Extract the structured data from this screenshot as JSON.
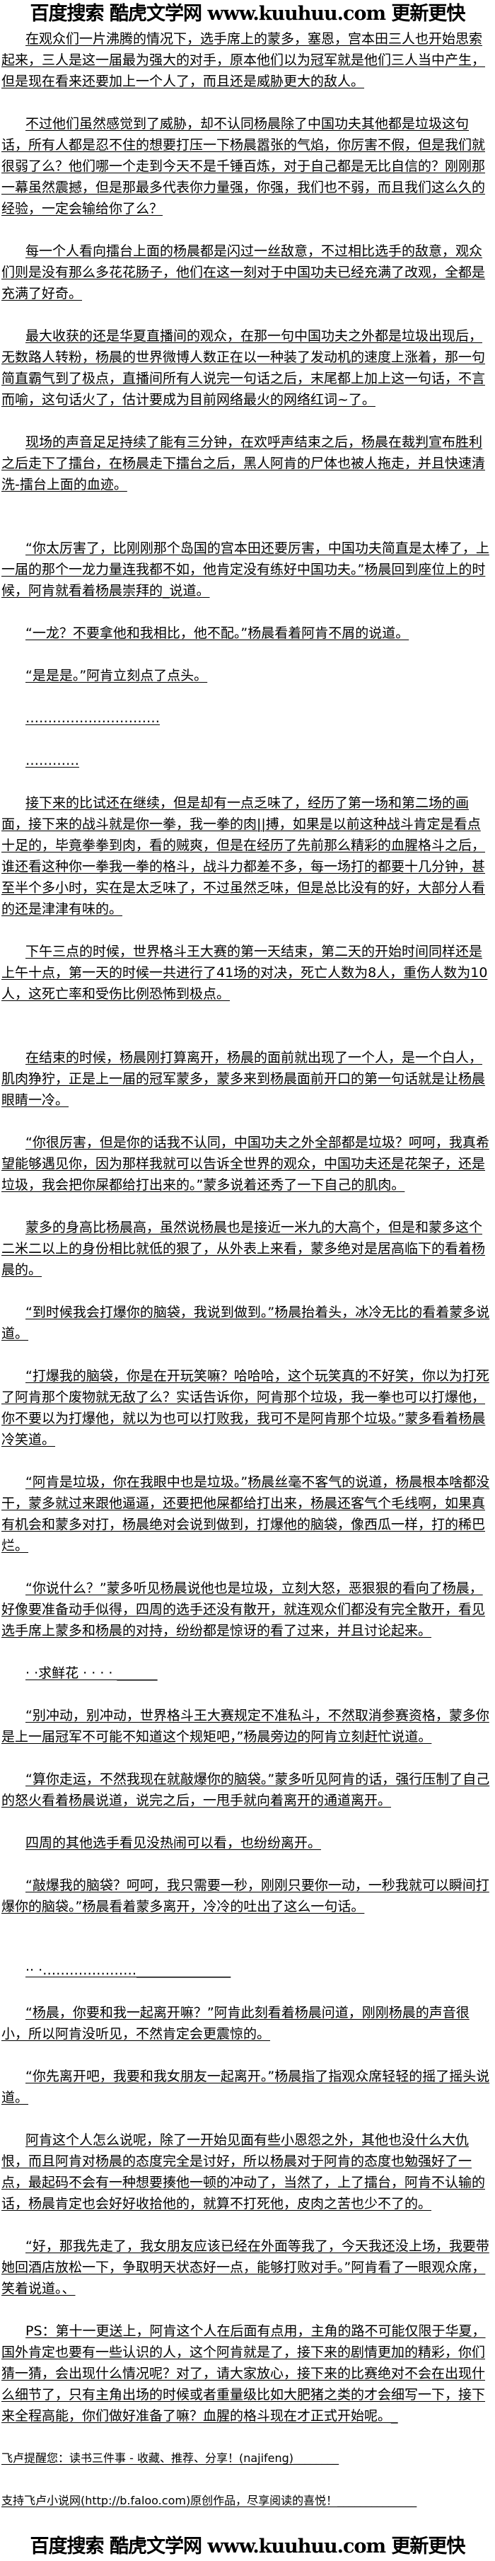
{
  "header": {
    "logo_text": "百度搜索 酷虎文学网 www.kuuhuu.com 更新更快"
  },
  "paragraphs": [
    {
      "text": "在观众们一片沸腾的情况下，选手席上的蒙多，塞恩，宫本田三人也开始思索起来，三人是这一届最为强大的对手，原本他们以为冠军就是他们三人当中产生，但是现在看来还要加上一个人了，而且还是威胁更大的敌人。",
      "indent": true
    },
    {
      "text": "不过他们虽然感觉到了威胁，却不认同杨晨除了中国功夫其他都是垃圾这句话，所有人都是忍不住的想要打压一下杨晨嚣张的气焰，你厉害不假，但是我们就很弱了么？他们哪一个走到今天不是千锤百炼，对于自己都是无比自信的？刚刚那一幕虽然震撼，但是那最多代表你力量强，你强，我们也不弱，而且我们这么久的经验，一定会输给你了么？",
      "indent": true
    },
    {
      "text": "每一个人看向擂台上面的杨晨都是闪过一丝敌意，不过相比选手的敌意，观众们则是没有那么多花花肠子，他们在这一刻对于中国功夫已经充满了改观，全都是充满了好奇。",
      "indent": true
    },
    {
      "text": "最大收获的还是华夏直播间的观众，在那一句中国功夫之外都是垃圾出现后，无数路人转粉，杨晨的世界微博人数正在以一种装了发动机的速度上涨着，那一句简直霸气到了极点，直播间所有人说完一句话之后，末尾都上加上这一句话，不言而喻，这句话火了，估计要成为目前网络最火的网络红词~了。",
      "indent": true
    },
    {
      "text": "现场的声音足足持续了能有三分钟，在欢呼声结束之后，杨晨在裁判宣布胜利之后走下了擂台，在杨晨走下擂台之后，黑人阿肯的尸体也被人拖走，并且快速清洗-擂台上面的血迹。",
      "indent": true,
      "gap2": true
    },
    {
      "text": "“你太厉害了，比刚刚那个岛国的宫本田还要厉害，中国功夫简直是太棒了，上一届的那个一龙力量连我都不如，他肯定没有练好中国功夫。”杨晨回到座位上的时候，阿肯就看着杨晨崇拜的_说道。",
      "indent": true
    },
    {
      "text": "“一龙？不要拿他和我相比，他不配。”杨晨看着阿肯不屑的说道。",
      "indent": true
    },
    {
      "text": "“是是是。”阿肯立刻点了点头。",
      "indent": true
    },
    {
      "text": "…………………………",
      "indent": true
    },
    {
      "text": "…………",
      "indent": true
    },
    {
      "text": "接下来的比试还在继续，但是却有一点乏味了，经历了第一场和第二场的画面，接下来的战斗就是你一拳，我一拳的肉||搏，如果是以前这种战斗肯定是看点十足的，毕竟拳拳到肉，看的贼爽，但是在经历了先前那么精彩的血腥格斗之后，谁还看这种你一拳我一拳的格斗，战斗力都差不多，每一场打的都要十几分钟，甚至半个多小时，实在是太乏味了，不过虽然乏味，但是总比没有的好，大部分人看的还是津津有味的。",
      "indent": true
    },
    {
      "text": "下午三点的时候，世界格斗王大赛的第一天结束，第二天的开始时间同样还是上午十点，第一天的时候一共进行了41场的对决，死亡人数为8人，重伤人数为10人，这死亡率和受伤比例恐怖到极点。",
      "indent": true,
      "gap2": true
    },
    {
      "text": "在结束的时候，杨晨刚打算离开，杨晨的面前就出现了一个人，是一个白人，肌肉狰狞，正是上一届的冠军蒙多，蒙多来到杨晨面前开口的第一句话就是让杨晨眼睛一冷。",
      "indent": true
    },
    {
      "text": "“你很厉害，但是你的话我不认同，中国功夫之外全部都是垃圾？呵呵，我真希望能够遇见你，因为那样我就可以告诉全世界的观众，中国功夫还是花架子，还是垃圾，我会把你屎都给打出来的。”蒙多说着还秀了一下自己的肌肉。",
      "indent": true
    },
    {
      "text": "蒙多的身高比杨晨高，虽然说杨晨也是接近一米九的大高个，但是和蒙多这个二米二以上的身份相比就低的狠了，从外表上来看，蒙多绝对是居高临下的看着杨晨的。",
      "indent": true
    },
    {
      "text": "“到时候我会打爆你的脑袋，我说到做到。”杨晨抬着头，冰冷无比的看着蒙多说道。",
      "indent": true
    },
    {
      "text": "“打爆我的脑袋，你是在开玩笑嘛？哈哈哈，这个玩笑真的不好笑，你以为打死了阿肯那个废物就无敌了么？实话告诉你，阿肯那个垃圾，我一拳也可以打爆他，你不要以为打爆他，就以为也可以打败我，我可不是阿肯那个垃圾。”蒙多看着杨晨冷笑道。",
      "indent": true
    },
    {
      "text": "“阿肯是垃圾，你在我眼中也是垃圾。”杨晨丝毫不客气的说道，杨晨根本啥都没干，蒙多就过来跟他逼逼，还要把他屎都给打出来，杨晨还客气个毛线啊，如果真有机会和蒙多对打，杨晨绝对会说到做到，打爆他的脑袋，像西瓜一样，打的稀巴烂。",
      "indent": true
    },
    {
      "text": "“你说什么？”蒙多听见杨晨说他也是垃圾，立刻大怒，恶狠狠的看向了杨晨，好像要准备动手似得，四周的选手还没有散开，就连观众们都没有完全散开，看见选手席上蒙多和杨晨的对持，纷纷都是惊讶的看了过来，并且讨论起来。",
      "indent": true
    },
    {
      "text": "· ·求鲜花 · · · · ______",
      "indent": true
    },
    {
      "text": "“别冲动，别冲动，世界格斗王大赛规定不准私斗，不然取消参赛资格，蒙多你是上一届冠军不可能不知道这个规矩吧，”杨晨旁边的阿肯立刻赶忙说道。",
      "indent": true
    },
    {
      "text": "“算你走运，不然我现在就敲爆你的脑袋。”蒙多听见阿肯的话，强行压制了自己的怒火看着杨晨说道，说完之后，一甩手就向着离开的通道离开。",
      "indent": true
    },
    {
      "text": "四周的其他选手看见没热闹可以看，也纷纷离开。",
      "indent": true
    },
    {
      "text": "“敲爆我的脑袋？呵呵，我只需要一秒，刚刚只要你一动，一秒我就可以瞬间打爆你的脑袋。”杨晨看着蒙多离开，冷冷的吐出了这么一句话。",
      "indent": true,
      "gap2": true
    },
    {
      "text": "·· ·…………………______________",
      "indent": true
    },
    {
      "text": "“杨晨，你要和我一起离开嘛？”阿肯此刻看着杨晨问道，刚刚杨晨的声音很小，所以阿肯没听见，不然肯定会更震惊的。",
      "indent": true
    },
    {
      "text": "“你先离开吧，我要和我女朋友一起离开。”杨晨指了指观众席轻轻的摇了摇头说道。",
      "indent": true
    },
    {
      "text": "阿肯这个人怎么说呢，除了一开始见面有些小恩怨之外，其他也没什么大仇恨，而且阿肯对杨晨的态度完全是讨好，所以杨晨对于阿肯的态度也勉强好了一点，最起码不会有一种想要揍他一顿的冲动了，当然了，上了擂台，阿肯不认输的话，杨晨肯定也会好好收拾他的，就算不打死他，皮肉之苦也少不了的。",
      "indent": true
    },
    {
      "text": "“好，那我先走了，我女朋友应该已经在外面等我了，今天我还没上场，我要带她回酒店放松一下，争取明天状态好一点，能够打败对手。”阿肯看了一眼观众席，笑着说道。、",
      "indent": true
    },
    {
      "text": "PS：第十一更送上，阿肯这个人在后面有点用，主角的路不可能仅限于华夏，国外肯定也要有一些认识的人，这个阿肯就是了，接下来的剧情更加的精彩，你们猜一猜，会出现什么情况呢？对了，请大家放心，接下来的比赛绝对不会在出现什么细节了，只有主角出场的时候或者重量级比如大肥猪之类的才会细写一下，接下来全程高能，你们做好准备了嘛？血腥的格斗现在才正式开始呢。_",
      "indent": true
    },
    {
      "text": "飞卢提醒您：读书三件事 - 收藏、推荐、分享！(najifeng)________",
      "indent": false,
      "small": true
    },
    {
      "text": "支持飞卢小说网(http://b.faloo.com)原创作品，尽享阅读的喜悦！______________",
      "indent": false,
      "small": true
    }
  ],
  "footer": {
    "logo_text": "百度搜索 酷虎文学网 www.kuuhuu.com 更新更快"
  }
}
